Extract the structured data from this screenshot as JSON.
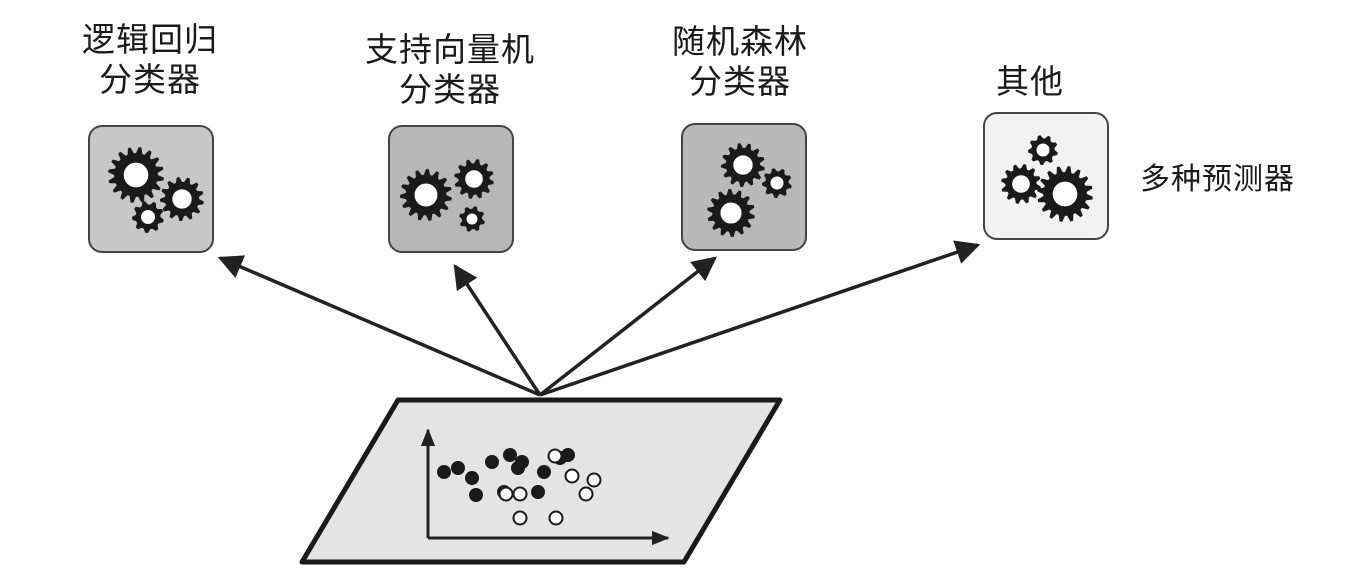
{
  "predictors": [
    {
      "name_line1": "逻辑回归",
      "name_line2": "分类器",
      "fill": "#c7c7c7"
    },
    {
      "name_line1": "支持向量机",
      "name_line2": "分类器",
      "fill": "#b7b7b7"
    },
    {
      "name_line1": "随机森林",
      "name_line2": "分类器",
      "fill": "#b9b9b9"
    },
    {
      "name_line1": "其他",
      "name_line2": "",
      "fill": "#f2f2f2"
    }
  ],
  "side_note": "多种预测器",
  "icons": [
    "gears-icon",
    "gears-icon",
    "gears-icon",
    "gears-icon"
  ],
  "colors": {
    "ink": "#1a1a1a",
    "plane_fill": "#e6e6e6",
    "arrow": "#222222"
  }
}
